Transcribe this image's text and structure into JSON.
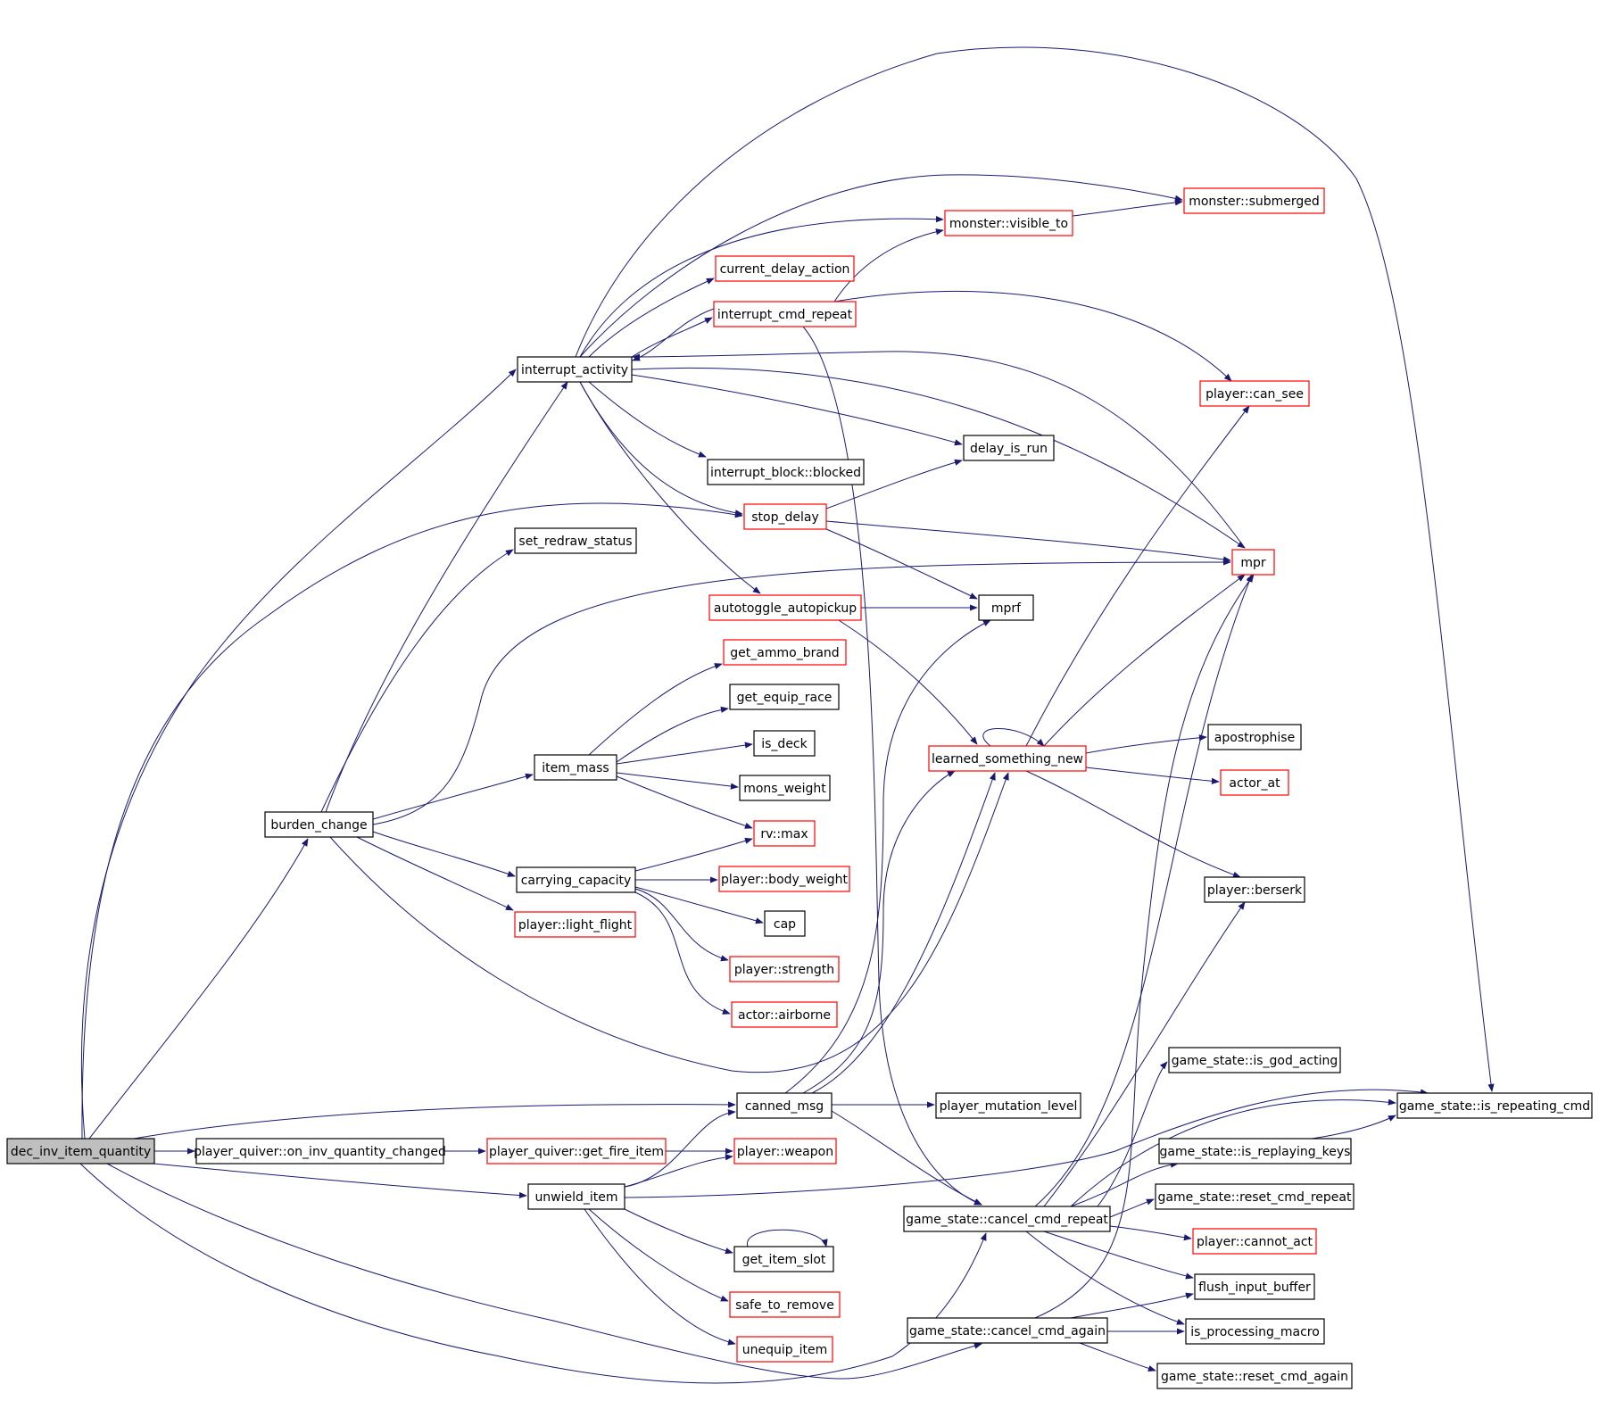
{
  "colors": {
    "edge": "#191970",
    "root_fill": "#bfbfbf",
    "border_default": "#000000",
    "border_truncated": "#ff0000",
    "background": "#ffffff"
  },
  "nodes": [
    {
      "id": "dec_inv_item_quantity",
      "label": "dec_inv_item_quantity",
      "root": true
    },
    {
      "id": "burden_change",
      "label": "burden_change"
    },
    {
      "id": "player_quiver_on_inv_quantity_changed",
      "label": "player_quiver::on_inv_quantity_changed"
    },
    {
      "id": "unwield_item",
      "label": "unwield_item"
    },
    {
      "id": "interrupt_activity",
      "label": "interrupt_activity"
    },
    {
      "id": "set_redraw_status",
      "label": "set_redraw_status"
    },
    {
      "id": "item_mass",
      "label": "item_mass"
    },
    {
      "id": "carrying_capacity",
      "label": "carrying_capacity"
    },
    {
      "id": "player_light_flight",
      "label": "player::light_flight",
      "red": true
    },
    {
      "id": "player_quiver_get_fire_item",
      "label": "player_quiver::get_fire_item",
      "red": true
    },
    {
      "id": "current_delay_action",
      "label": "current_delay_action",
      "red": true
    },
    {
      "id": "interrupt_cmd_repeat",
      "label": "interrupt_cmd_repeat",
      "red": true
    },
    {
      "id": "interrupt_block_blocked",
      "label": "interrupt_block::blocked"
    },
    {
      "id": "stop_delay",
      "label": "stop_delay",
      "red": true
    },
    {
      "id": "autotoggle_autopickup",
      "label": "autotoggle_autopickup",
      "red": true
    },
    {
      "id": "get_ammo_brand",
      "label": "get_ammo_brand",
      "red": true
    },
    {
      "id": "get_equip_race",
      "label": "get_equip_race"
    },
    {
      "id": "is_deck",
      "label": "is_deck"
    },
    {
      "id": "mons_weight",
      "label": "mons_weight"
    },
    {
      "id": "rv_max",
      "label": "rv::max",
      "red": true
    },
    {
      "id": "player_body_weight",
      "label": "player::body_weight",
      "red": true
    },
    {
      "id": "cap",
      "label": "cap"
    },
    {
      "id": "player_strength",
      "label": "player::strength",
      "red": true
    },
    {
      "id": "actor_airborne",
      "label": "actor::airborne",
      "red": true
    },
    {
      "id": "canned_msg",
      "label": "canned_msg"
    },
    {
      "id": "player_weapon",
      "label": "player::weapon",
      "red": true
    },
    {
      "id": "get_item_slot",
      "label": "get_item_slot"
    },
    {
      "id": "safe_to_remove",
      "label": "safe_to_remove",
      "red": true
    },
    {
      "id": "unequip_item",
      "label": "unequip_item",
      "red": true
    },
    {
      "id": "monster_visible_to",
      "label": "monster::visible_to",
      "red": true
    },
    {
      "id": "delay_is_run",
      "label": "delay_is_run"
    },
    {
      "id": "mprf",
      "label": "mprf"
    },
    {
      "id": "learned_something_new",
      "label": "learned_something_new",
      "red": true
    },
    {
      "id": "player_mutation_level",
      "label": "player_mutation_level"
    },
    {
      "id": "game_state_cancel_cmd_repeat",
      "label": "game_state::cancel_cmd_repeat"
    },
    {
      "id": "game_state_cancel_cmd_again",
      "label": "game_state::cancel_cmd_again"
    },
    {
      "id": "monster_submerged",
      "label": "monster::submerged",
      "red": true
    },
    {
      "id": "player_can_see",
      "label": "player::can_see",
      "red": true
    },
    {
      "id": "mpr",
      "label": "mpr",
      "red": true
    },
    {
      "id": "apostrophise",
      "label": "apostrophise"
    },
    {
      "id": "actor_at",
      "label": "actor_at",
      "red": true
    },
    {
      "id": "player_berserk",
      "label": "player::berserk"
    },
    {
      "id": "game_state_is_god_acting",
      "label": "game_state::is_god_acting"
    },
    {
      "id": "game_state_is_replaying_keys",
      "label": "game_state::is_replaying_keys"
    },
    {
      "id": "game_state_reset_cmd_repeat",
      "label": "game_state::reset_cmd_repeat"
    },
    {
      "id": "player_cannot_act",
      "label": "player::cannot_act",
      "red": true
    },
    {
      "id": "flush_input_buffer",
      "label": "flush_input_buffer"
    },
    {
      "id": "is_processing_macro",
      "label": "is_processing_macro"
    },
    {
      "id": "game_state_reset_cmd_again",
      "label": "game_state::reset_cmd_again"
    },
    {
      "id": "game_state_is_repeating_cmd",
      "label": "game_state::is_repeating_cmd"
    }
  ]
}
